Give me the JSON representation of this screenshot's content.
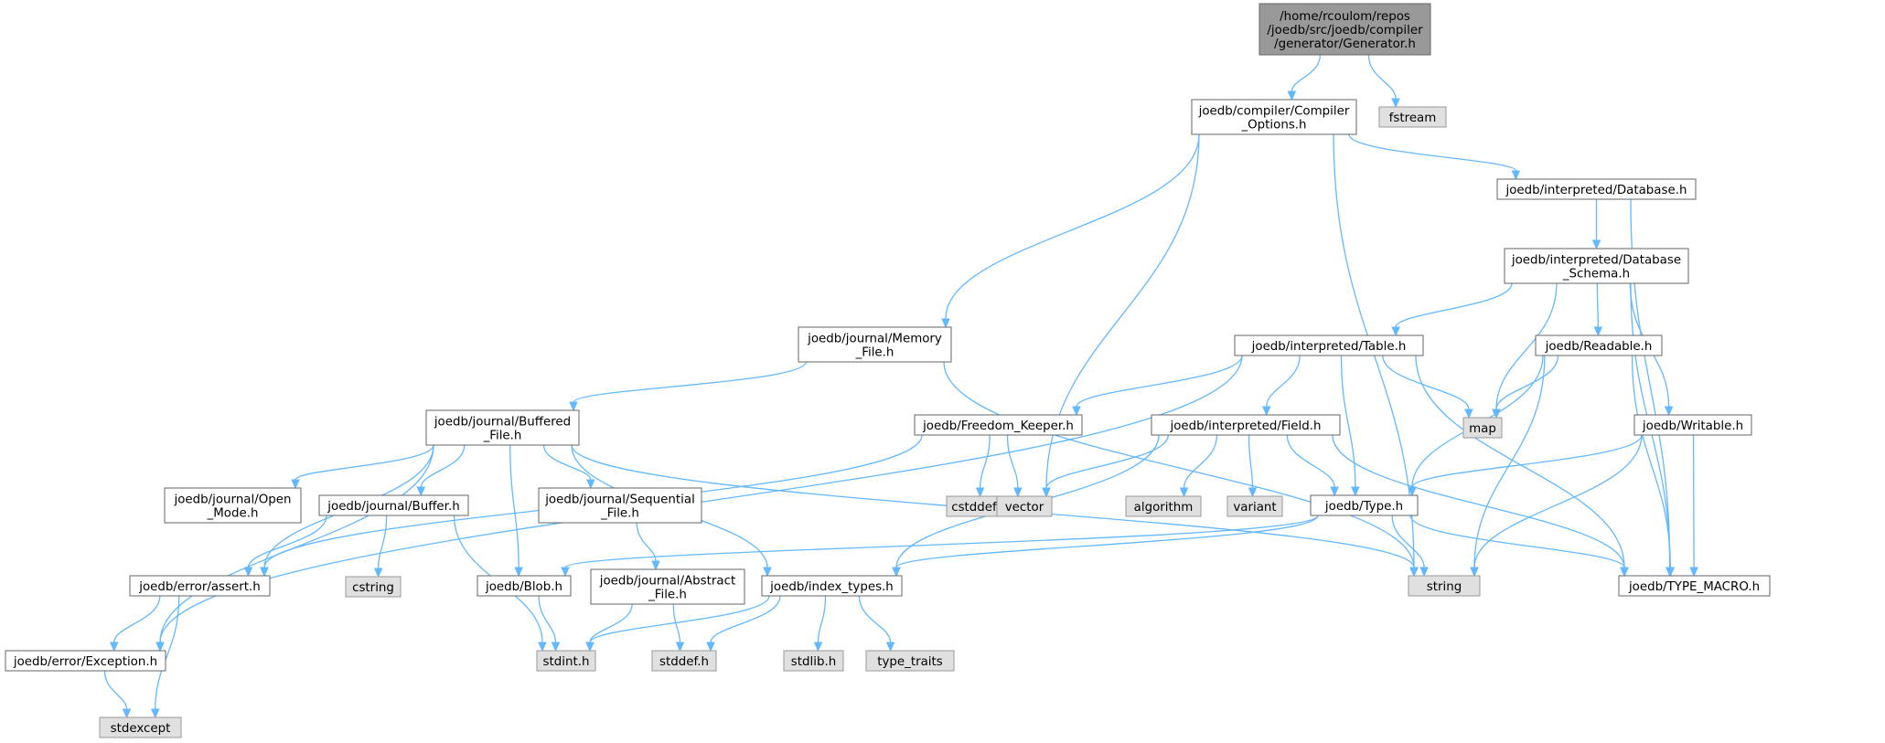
{
  "nodes": [
    {
      "id": "generator",
      "style": "root",
      "lines": [
        "/home/rcoulom/repos",
        "/joedb/src/joedb/compiler",
        "/generator/Generator.h"
      ]
    },
    {
      "id": "compiler_options",
      "style": "white",
      "lines": [
        "joedb/compiler/Compiler",
        "_Options.h"
      ]
    },
    {
      "id": "fstream",
      "style": "grey",
      "lines": [
        "fstream"
      ]
    },
    {
      "id": "interp_database",
      "style": "white",
      "lines": [
        "joedb/interpreted/Database.h"
      ]
    },
    {
      "id": "interp_database_schema",
      "style": "white",
      "lines": [
        "joedb/interpreted/Database",
        "_Schema.h"
      ]
    },
    {
      "id": "memory_file",
      "style": "white",
      "lines": [
        "joedb/journal/Memory",
        "_File.h"
      ]
    },
    {
      "id": "interp_table",
      "style": "white",
      "lines": [
        "joedb/interpreted/Table.h"
      ]
    },
    {
      "id": "readable",
      "style": "white",
      "lines": [
        "joedb/Readable.h"
      ]
    },
    {
      "id": "buffered_file",
      "style": "white",
      "lines": [
        "joedb/journal/Buffered",
        "_File.h"
      ]
    },
    {
      "id": "freedom_keeper",
      "style": "white",
      "lines": [
        "joedb/Freedom_Keeper.h"
      ]
    },
    {
      "id": "interp_field",
      "style": "white",
      "lines": [
        "joedb/interpreted/Field.h"
      ]
    },
    {
      "id": "map",
      "style": "grey",
      "lines": [
        "map"
      ]
    },
    {
      "id": "writable",
      "style": "white",
      "lines": [
        "joedb/Writable.h"
      ]
    },
    {
      "id": "open_mode",
      "style": "white",
      "lines": [
        "joedb/journal/Open",
        "_Mode.h"
      ]
    },
    {
      "id": "buffer",
      "style": "white",
      "lines": [
        "joedb/journal/Buffer.h"
      ]
    },
    {
      "id": "sequential_file",
      "style": "white",
      "lines": [
        "joedb/journal/Sequential",
        "_File.h"
      ]
    },
    {
      "id": "cstddef",
      "style": "grey",
      "lines": [
        "cstddef"
      ]
    },
    {
      "id": "vector",
      "style": "grey",
      "lines": [
        "vector"
      ]
    },
    {
      "id": "algorithm",
      "style": "grey",
      "lines": [
        "algorithm"
      ]
    },
    {
      "id": "variant",
      "style": "grey",
      "lines": [
        "variant"
      ]
    },
    {
      "id": "type",
      "style": "white",
      "lines": [
        "joedb/Type.h"
      ]
    },
    {
      "id": "error_assert",
      "style": "white",
      "lines": [
        "joedb/error/assert.h"
      ]
    },
    {
      "id": "cstring",
      "style": "grey",
      "lines": [
        "cstring"
      ]
    },
    {
      "id": "blob",
      "style": "white",
      "lines": [
        "joedb/Blob.h"
      ]
    },
    {
      "id": "abstract_file",
      "style": "white",
      "lines": [
        "joedb/journal/Abstract",
        "_File.h"
      ]
    },
    {
      "id": "index_types",
      "style": "white",
      "lines": [
        "joedb/index_types.h"
      ]
    },
    {
      "id": "string",
      "style": "grey",
      "lines": [
        "string"
      ]
    },
    {
      "id": "type_macro",
      "style": "white",
      "lines": [
        "joedb/TYPE_MACRO.h"
      ]
    },
    {
      "id": "error_exception",
      "style": "white",
      "lines": [
        "joedb/error/Exception.h"
      ]
    },
    {
      "id": "stdint",
      "style": "grey",
      "lines": [
        "stdint.h"
      ]
    },
    {
      "id": "stddef",
      "style": "grey",
      "lines": [
        "stddef.h"
      ]
    },
    {
      "id": "stdlib",
      "style": "grey",
      "lines": [
        "stdlib.h"
      ]
    },
    {
      "id": "type_traits",
      "style": "grey",
      "lines": [
        "type_traits"
      ]
    },
    {
      "id": "stdexcept",
      "style": "grey",
      "lines": [
        "stdexcept"
      ]
    }
  ],
  "edges": [
    [
      "generator",
      "compiler_options"
    ],
    [
      "generator",
      "fstream"
    ],
    [
      "compiler_options",
      "interp_database"
    ],
    [
      "compiler_options",
      "memory_file"
    ],
    [
      "compiler_options",
      "vector"
    ],
    [
      "compiler_options",
      "string"
    ],
    [
      "interp_database",
      "interp_database_schema"
    ],
    [
      "interp_database",
      "type_macro"
    ],
    [
      "interp_database_schema",
      "interp_table"
    ],
    [
      "interp_database_schema",
      "readable"
    ],
    [
      "interp_database_schema",
      "writable"
    ],
    [
      "interp_database_schema",
      "map"
    ],
    [
      "interp_database_schema",
      "type_macro"
    ],
    [
      "memory_file",
      "buffered_file"
    ],
    [
      "memory_file",
      "string"
    ],
    [
      "interp_table",
      "freedom_keeper"
    ],
    [
      "interp_table",
      "interp_field"
    ],
    [
      "interp_table",
      "map"
    ],
    [
      "interp_table",
      "type"
    ],
    [
      "interp_table",
      "type_macro"
    ],
    [
      "interp_table",
      "error_exception"
    ],
    [
      "readable",
      "map"
    ],
    [
      "readable",
      "type"
    ],
    [
      "readable",
      "string"
    ],
    [
      "readable",
      "type_macro"
    ],
    [
      "writable",
      "type"
    ],
    [
      "writable",
      "string"
    ],
    [
      "writable",
      "type_macro"
    ],
    [
      "buffered_file",
      "open_mode"
    ],
    [
      "buffered_file",
      "buffer"
    ],
    [
      "buffered_file",
      "sequential_file"
    ],
    [
      "buffered_file",
      "blob"
    ],
    [
      "buffered_file",
      "index_types"
    ],
    [
      "buffered_file",
      "error_assert"
    ],
    [
      "buffered_file",
      "error_exception"
    ],
    [
      "buffered_file",
      "string"
    ],
    [
      "freedom_keeper",
      "cstddef"
    ],
    [
      "freedom_keeper",
      "vector"
    ],
    [
      "freedom_keeper",
      "error_assert"
    ],
    [
      "interp_field",
      "vector"
    ],
    [
      "interp_field",
      "algorithm"
    ],
    [
      "interp_field",
      "variant"
    ],
    [
      "interp_field",
      "type"
    ],
    [
      "interp_field",
      "index_types"
    ],
    [
      "interp_field",
      "type_macro"
    ],
    [
      "type",
      "string"
    ],
    [
      "type",
      "type_macro"
    ],
    [
      "type",
      "blob"
    ],
    [
      "type",
      "index_types"
    ],
    [
      "buffer",
      "error_assert"
    ],
    [
      "buffer",
      "cstring"
    ],
    [
      "buffer",
      "stdint"
    ],
    [
      "sequential_file",
      "abstract_file"
    ],
    [
      "abstract_file",
      "stdint"
    ],
    [
      "abstract_file",
      "stddef"
    ],
    [
      "blob",
      "stdint"
    ],
    [
      "index_types",
      "stdint"
    ],
    [
      "index_types",
      "stddef"
    ],
    [
      "index_types",
      "stdlib"
    ],
    [
      "index_types",
      "type_traits"
    ],
    [
      "error_assert",
      "error_exception"
    ],
    [
      "error_assert",
      "stdexcept"
    ],
    [
      "error_exception",
      "stdexcept"
    ]
  ]
}
